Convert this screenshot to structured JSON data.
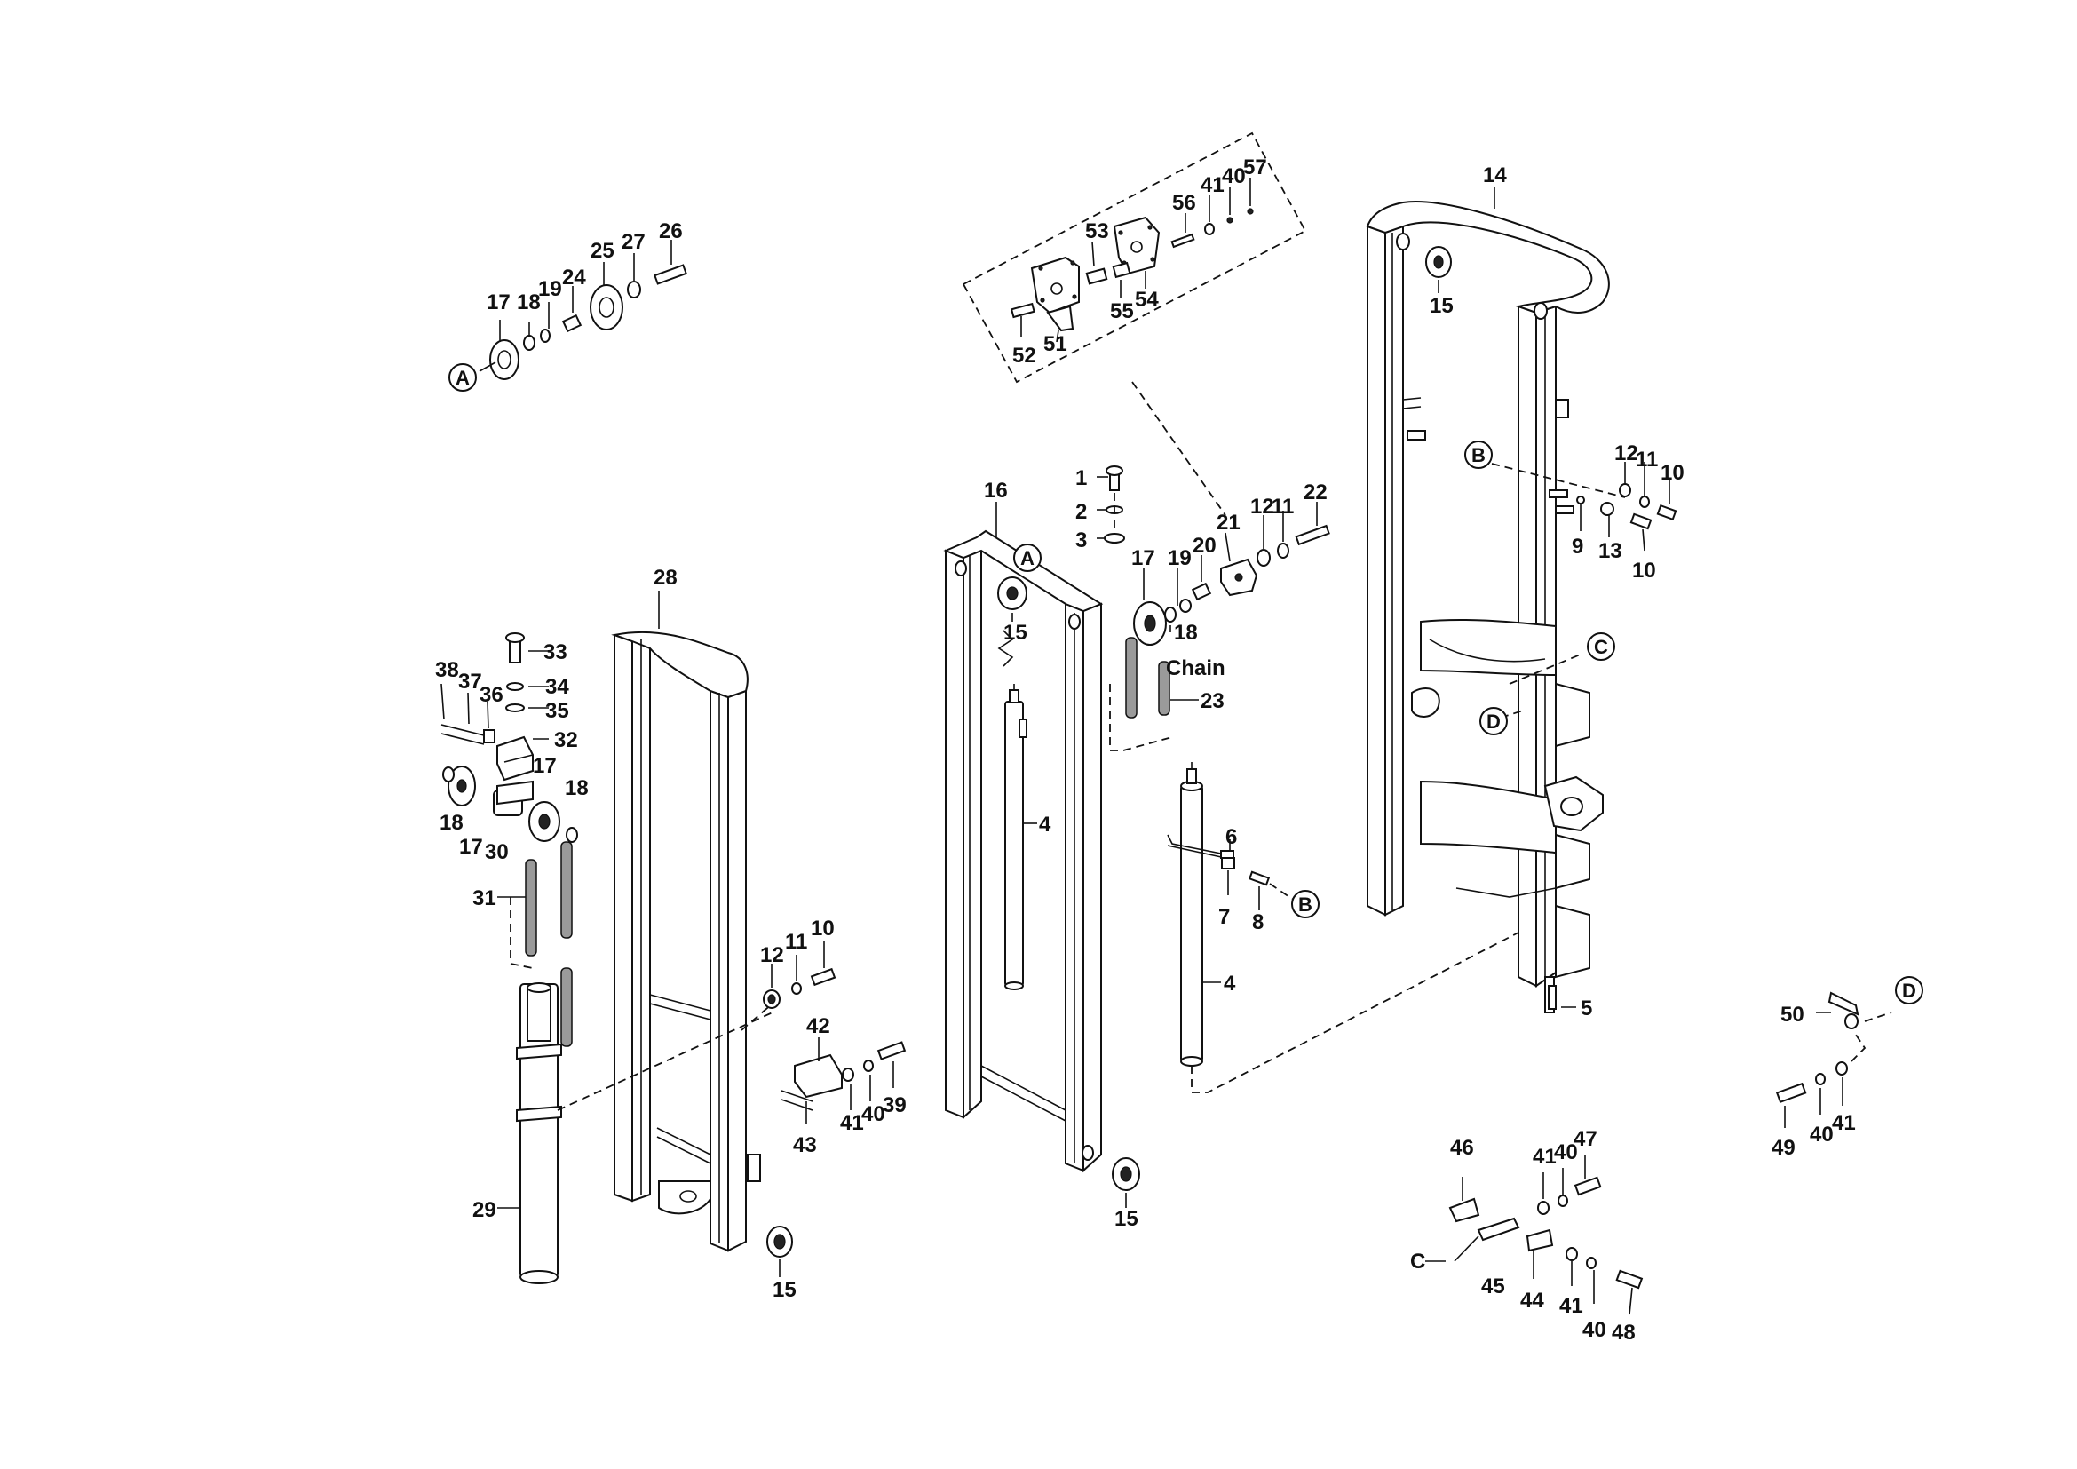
{
  "callouts": [
    {
      "id": "c-17a",
      "text": "17"
    },
    {
      "id": "c-18a",
      "text": "18"
    },
    {
      "id": "c-19a",
      "text": "19"
    },
    {
      "id": "c-24",
      "text": "24"
    },
    {
      "id": "c-25",
      "text": "25"
    },
    {
      "id": "c-27",
      "text": "27"
    },
    {
      "id": "c-26",
      "text": "26"
    },
    {
      "id": "c-28",
      "text": "28"
    },
    {
      "id": "c-33",
      "text": "33"
    },
    {
      "id": "c-38",
      "text": "38"
    },
    {
      "id": "c-37",
      "text": "37"
    },
    {
      "id": "c-36",
      "text": "36"
    },
    {
      "id": "c-34",
      "text": "34"
    },
    {
      "id": "c-35",
      "text": "35"
    },
    {
      "id": "c-32",
      "text": "32"
    },
    {
      "id": "c-17b",
      "text": "17"
    },
    {
      "id": "c-18b",
      "text": "18"
    },
    {
      "id": "c-18c",
      "text": "18"
    },
    {
      "id": "c-17c",
      "text": "17"
    },
    {
      "id": "c-30",
      "text": "30"
    },
    {
      "id": "c-31",
      "text": "31"
    },
    {
      "id": "c-29",
      "text": "29"
    },
    {
      "id": "c-12a",
      "text": "12"
    },
    {
      "id": "c-11a",
      "text": "11"
    },
    {
      "id": "c-10a",
      "text": "10"
    },
    {
      "id": "c-42",
      "text": "42"
    },
    {
      "id": "c-41a",
      "text": "41"
    },
    {
      "id": "c-40a",
      "text": "40"
    },
    {
      "id": "c-39",
      "text": "39"
    },
    {
      "id": "c-43",
      "text": "43"
    },
    {
      "id": "c-15a",
      "text": "15"
    },
    {
      "id": "c-16",
      "text": "16"
    },
    {
      "id": "c-15b",
      "text": "15"
    },
    {
      "id": "c-4a",
      "text": "4"
    },
    {
      "id": "c-15c",
      "text": "15"
    },
    {
      "id": "c-1",
      "text": "1"
    },
    {
      "id": "c-2",
      "text": "2"
    },
    {
      "id": "c-3",
      "text": "3"
    },
    {
      "id": "c-17d",
      "text": "17"
    },
    {
      "id": "c-19b",
      "text": "19"
    },
    {
      "id": "c-20",
      "text": "20"
    },
    {
      "id": "c-21",
      "text": "21"
    },
    {
      "id": "c-12b",
      "text": "12"
    },
    {
      "id": "c-11b",
      "text": "11"
    },
    {
      "id": "c-22",
      "text": "22"
    },
    {
      "id": "c-18d",
      "text": "18"
    },
    {
      "id": "c-chain",
      "text": "Chain"
    },
    {
      "id": "c-23",
      "text": "23"
    },
    {
      "id": "c-6",
      "text": "6"
    },
    {
      "id": "c-7",
      "text": "7"
    },
    {
      "id": "c-8",
      "text": "8"
    },
    {
      "id": "c-4b",
      "text": "4"
    },
    {
      "id": "c-53",
      "text": "53"
    },
    {
      "id": "c-56",
      "text": "56"
    },
    {
      "id": "c-41b",
      "text": "41"
    },
    {
      "id": "c-40b",
      "text": "40"
    },
    {
      "id": "c-57",
      "text": "57"
    },
    {
      "id": "c-52",
      "text": "52"
    },
    {
      "id": "c-51",
      "text": "51"
    },
    {
      "id": "c-55",
      "text": "55"
    },
    {
      "id": "c-54",
      "text": "54"
    },
    {
      "id": "c-14",
      "text": "14"
    },
    {
      "id": "c-15d",
      "text": "15"
    },
    {
      "id": "c-12c",
      "text": "12"
    },
    {
      "id": "c-11c",
      "text": "11"
    },
    {
      "id": "c-10b",
      "text": "10"
    },
    {
      "id": "c-9",
      "text": "9"
    },
    {
      "id": "c-13",
      "text": "13"
    },
    {
      "id": "c-10c",
      "text": "10"
    },
    {
      "id": "c-5",
      "text": "5"
    },
    {
      "id": "c-50",
      "text": "50"
    },
    {
      "id": "c-49",
      "text": "49"
    },
    {
      "id": "c-40c",
      "text": "40"
    },
    {
      "id": "c-41c",
      "text": "41"
    },
    {
      "id": "c-46",
      "text": "46"
    },
    {
      "id": "c-41d",
      "text": "41"
    },
    {
      "id": "c-40d",
      "text": "40"
    },
    {
      "id": "c-47",
      "text": "47"
    },
    {
      "id": "c-c",
      "text": "C"
    },
    {
      "id": "c-45",
      "text": "45"
    },
    {
      "id": "c-44",
      "text": "44"
    },
    {
      "id": "c-41e",
      "text": "41"
    },
    {
      "id": "c-40e",
      "text": "40"
    },
    {
      "id": "c-48",
      "text": "48"
    }
  ],
  "references": [
    {
      "id": "ref-a1",
      "text": "A"
    },
    {
      "id": "ref-a2",
      "text": "A"
    },
    {
      "id": "ref-b1",
      "text": "B"
    },
    {
      "id": "ref-b2",
      "text": "B"
    },
    {
      "id": "ref-c1",
      "text": "C"
    },
    {
      "id": "ref-d1",
      "text": "D"
    },
    {
      "id": "ref-d2",
      "text": "D"
    }
  ]
}
